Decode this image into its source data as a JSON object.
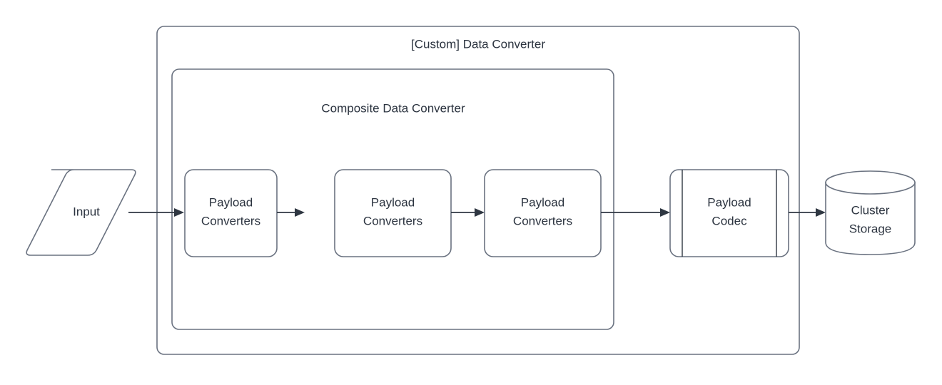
{
  "diagram": {
    "type": "flowchart",
    "background_color": "#ffffff",
    "stroke_color": "#6a7280",
    "connector_color": "#2f3742",
    "text_color": "#2b333f",
    "containers": [
      {
        "id": "custom-data-converter",
        "title": "[Custom] Data Converter",
        "shape": "rounded-rectangle"
      },
      {
        "id": "composite-data-converter",
        "title": "Composite Data Converter",
        "shape": "rounded-rectangle"
      }
    ],
    "nodes": [
      {
        "id": "input",
        "label": "Input",
        "shape": "parallelogram"
      },
      {
        "id": "payload-converters-1",
        "label_line1": "Payload",
        "label_line2": "Converters",
        "shape": "rounded-rectangle"
      },
      {
        "id": "payload-converters-2",
        "label_line1": "Payload",
        "label_line2": "Converters",
        "shape": "rounded-rectangle"
      },
      {
        "id": "payload-converters-3",
        "label_line1": "Payload",
        "label_line2": "Converters",
        "shape": "rounded-rectangle"
      },
      {
        "id": "payload-codec",
        "label_line1": "Payload",
        "label_line2": "Codec",
        "shape": "predefined-process"
      },
      {
        "id": "cluster-storage",
        "label_line1": "Cluster",
        "label_line2": "Storage",
        "shape": "cylinder"
      }
    ],
    "edges": [
      {
        "from": "input",
        "to": "payload-converters-1",
        "arrow": "single"
      },
      {
        "from": "payload-converters-1",
        "to": "payload-converters-2",
        "arrow": "single"
      },
      {
        "from": "payload-converters-2",
        "to": "payload-converters-3",
        "arrow": "single"
      },
      {
        "from": "payload-converters-3",
        "to": "payload-codec",
        "arrow": "single"
      },
      {
        "from": "payload-codec",
        "to": "cluster-storage",
        "arrow": "single"
      }
    ]
  }
}
